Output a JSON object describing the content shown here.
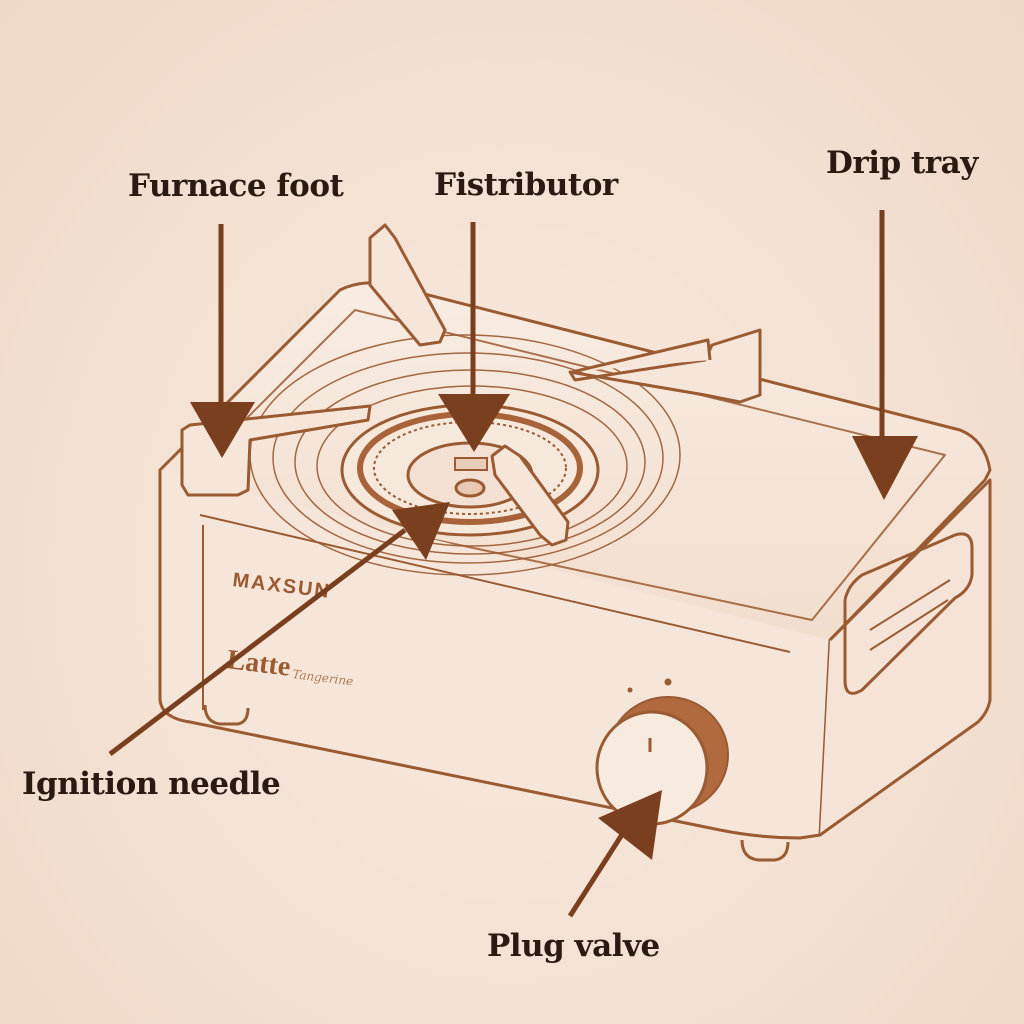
{
  "labels": {
    "furnace_foot": "Furnace foot",
    "fistributor": "Fistributor",
    "drip_tray": "Drip tray",
    "ignition_needle": "Ignition needle",
    "plug_valve": "Plug valve"
  },
  "stove": {
    "brand": "MAXSUN",
    "model": "Latte",
    "variant": "Tangerine"
  },
  "colors": {
    "background": "#f3e0d1",
    "line_art": "#9a5a32",
    "arrow": "#7a3f1e",
    "label_text": "#2a1a12"
  }
}
